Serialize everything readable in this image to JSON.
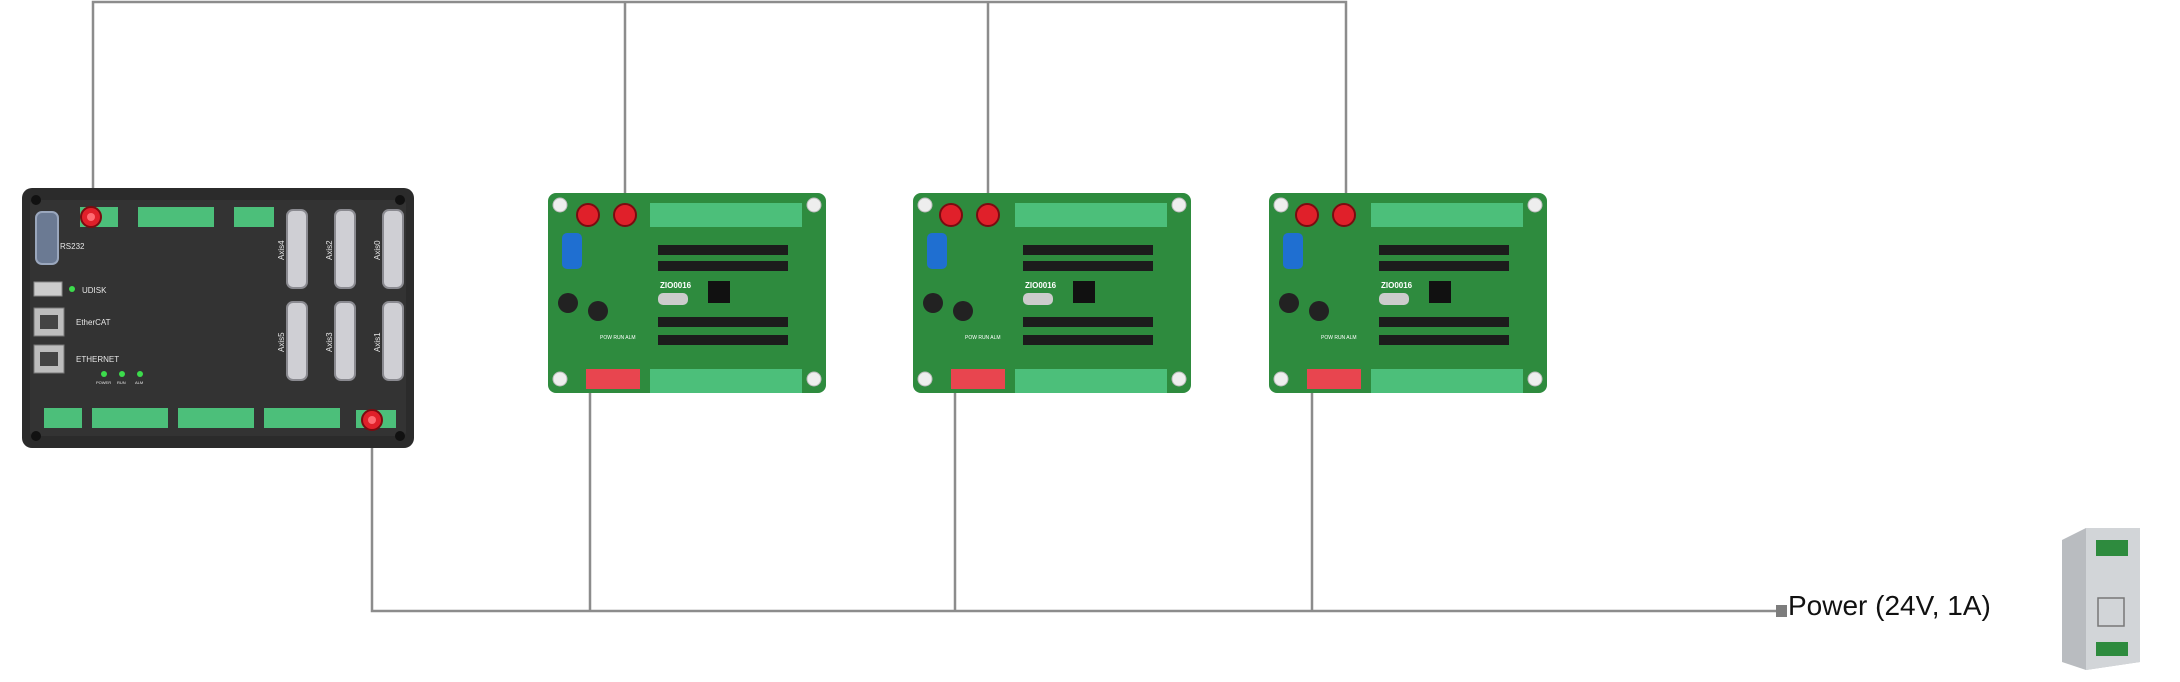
{
  "diagram": {
    "power_label": "Power (24V, 1A)",
    "controller": {
      "port_labels": {
        "rs232": "RS232",
        "udisk": "UDISK",
        "ethercat": "EtherCAT",
        "ethernet": "ETHERNET",
        "axis4": "Axis4",
        "axis2": "Axis2",
        "axis0": "Axis0",
        "axis5": "Axis5",
        "axis3": "Axis3",
        "axis1": "Axis1",
        "led_power": "POWER",
        "led_run": "RUN",
        "led_alm": "ALM"
      }
    },
    "io_boards": [
      {
        "model": "ZIO0016",
        "status_leds": "POW RUN ALM"
      },
      {
        "model": "ZIO0016",
        "status_leds": "POW RUN ALM"
      },
      {
        "model": "ZIO0016",
        "status_leds": "POW RUN ALM"
      }
    ],
    "colors": {
      "wire": "#8c8c8c",
      "pcb": "#2e8b3e",
      "terminal": "#4cbf7a",
      "connector_red": "#e0202a",
      "dip_switch": "#e8454f",
      "controller_body": "#2b2b2b",
      "psu_body": "#b9bcc0"
    }
  }
}
